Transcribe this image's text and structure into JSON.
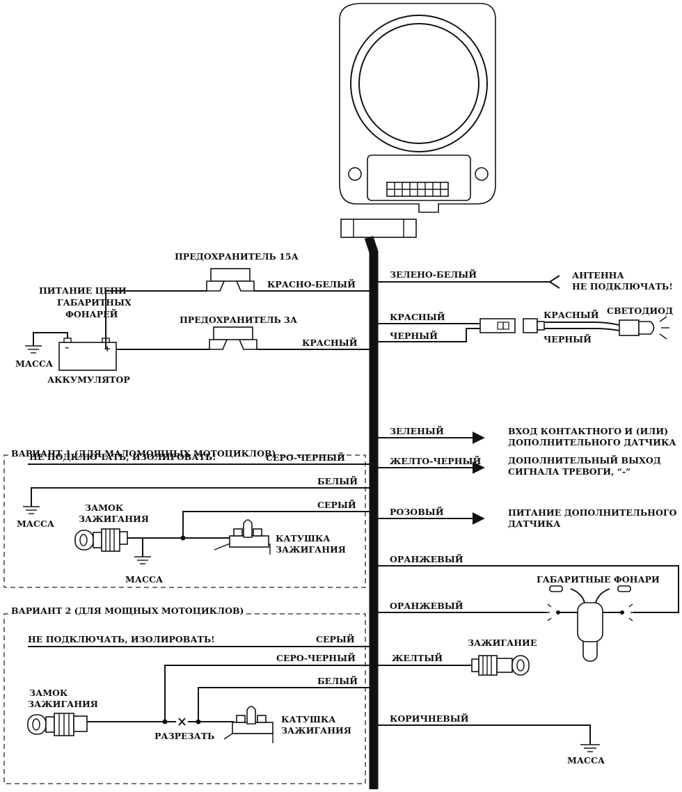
{
  "device": {
    "fuse15": "ПРЕДОХРАНИТЕЛЬ 15А",
    "fuse3": "ПРЕДОХРАНИТЕЛЬ 3А",
    "parking_power": [
      "ПИТАНИЕ ЦЕПИ",
      "ГАБАРИТНЫХ",
      "ФОНАРЕЙ"
    ],
    "ground": "МАССА",
    "battery": "АККУМУЛЯТОР",
    "battery_minus": "–",
    "battery_plus": "+"
  },
  "wires": {
    "red_white": "КРАСНО-БЕЛЫЙ",
    "red": "КРАСНЫЙ",
    "green_white": "ЗЕЛЕНО-БЕЛЫЙ",
    "black": "ЧЕРНЫЙ",
    "green": "ЗЕЛЕНЫЙ",
    "yellow_black": "ЖЕЛТО-ЧЕРНЫЙ",
    "pink": "РОЗОВЫЙ",
    "orange": "ОРАНЖЕВЫЙ",
    "yellow": "ЖЕЛТЫЙ",
    "brown": "КОРИЧНЕВЫЙ",
    "grey_black": "СЕРО-ЧЕРНЫЙ",
    "white": "БЕЛЫЙ",
    "grey": "СЕРЫЙ"
  },
  "right": {
    "antenna": [
      "АНТЕННА",
      "НЕ ПОДКЛЮЧАТЬ!"
    ],
    "led": "СВЕТОДИОД",
    "led_red": "КРАСНЫЙ",
    "led_black": "ЧЕРНЫЙ",
    "contact_sensor": [
      "ВХОД КОНТАКТНОГО И (ИЛИ)",
      "ДОПОЛНИТЕЛЬНОГО ДАТЧИКА"
    ],
    "alarm_out": [
      "ДОПОЛНИТЕЛЬНЫЙ ВЫХОД",
      "СИГНАЛА ТРЕВОГИ, “-”"
    ],
    "sensor_power": [
      "ПИТАНИЕ ДОПОЛНИТЕЛЬНОГО",
      "ДАТЧИКА"
    ],
    "parking_lights": "ГАБАРИТНЫЕ ФОНАРИ",
    "ignition": "ЗАЖИГАНИЕ",
    "ground": "МАССА"
  },
  "variant1": {
    "title": "ВАРИАНТ 1 (ДЛЯ МАЛОМОЩНЫХ МОТОЦИКЛОВ)",
    "no_connect": "НЕ ПОДКЛЮЧАТЬ, ИЗОЛИРОВАТЬ!",
    "ground": "МАССА",
    "ignition_lock": [
      "ЗАМОК",
      "ЗАЖИГАНИЯ"
    ],
    "coil": [
      "КАТУШКА",
      "ЗАЖИГАНИЯ"
    ],
    "ground2": "МАССА"
  },
  "variant2": {
    "title": "ВАРИАНТ 2 (ДЛЯ МОЩНЫХ МОТОЦИКЛОВ)",
    "no_connect": "НЕ ПОДКЛЮЧАТЬ, ИЗОЛИРОВАТЬ!",
    "ignition_lock": [
      "ЗАМОК",
      "ЗАЖИГАНИЯ"
    ],
    "cut": "РАЗРЕЗАТЬ",
    "coil": [
      "КАТУШКА",
      "ЗАЖИГАНИЯ"
    ]
  }
}
